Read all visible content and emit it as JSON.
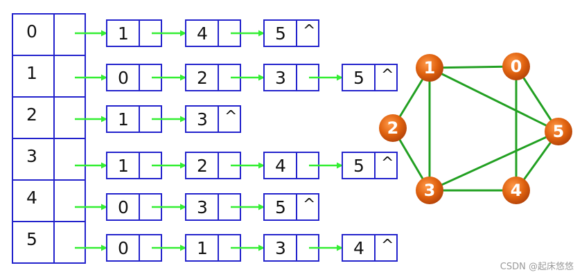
{
  "adjacency_list": [
    {
      "vertex": "0",
      "neighbors": [
        "1",
        "4",
        "5"
      ]
    },
    {
      "vertex": "1",
      "neighbors": [
        "0",
        "2",
        "3",
        "5"
      ]
    },
    {
      "vertex": "2",
      "neighbors": [
        "1",
        "3"
      ]
    },
    {
      "vertex": "3",
      "neighbors": [
        "1",
        "2",
        "4",
        "5"
      ]
    },
    {
      "vertex": "4",
      "neighbors": [
        "0",
        "3",
        "5"
      ]
    },
    {
      "vertex": "5",
      "neighbors": [
        "0",
        "1",
        "3",
        "4"
      ]
    }
  ],
  "null_marker": "^",
  "graph": {
    "vertices": [
      "0",
      "1",
      "2",
      "3",
      "4",
      "5"
    ],
    "edges": [
      [
        "1",
        "0"
      ],
      [
        "1",
        "2"
      ],
      [
        "1",
        "3"
      ],
      [
        "1",
        "5"
      ],
      [
        "0",
        "4"
      ],
      [
        "0",
        "5"
      ],
      [
        "2",
        "3"
      ],
      [
        "3",
        "4"
      ],
      [
        "3",
        "5"
      ],
      [
        "4",
        "5"
      ]
    ]
  },
  "colors": {
    "box": "#2222cc",
    "arrow": "#33ee33",
    "edge": "#22a022",
    "vertex": "#e0620f"
  },
  "watermark": "CSDN @起床悠悠"
}
